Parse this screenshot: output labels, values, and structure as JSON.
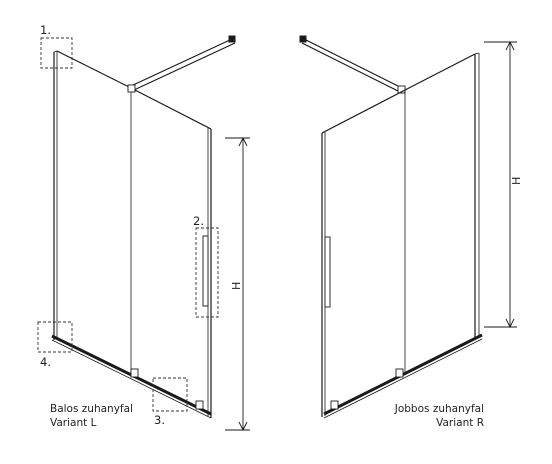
{
  "left_variant": {
    "caption_line1": "Balos zuhanyfal",
    "caption_line2": "Variant L",
    "height_label": "H"
  },
  "right_variant": {
    "caption_line1": "Jobbos zuhanyfal",
    "caption_line2": "Variant R",
    "height_label": "H"
  },
  "detail_callouts": {
    "c1": "1.",
    "c2": "2.",
    "c3": "3.",
    "c4": "4."
  }
}
